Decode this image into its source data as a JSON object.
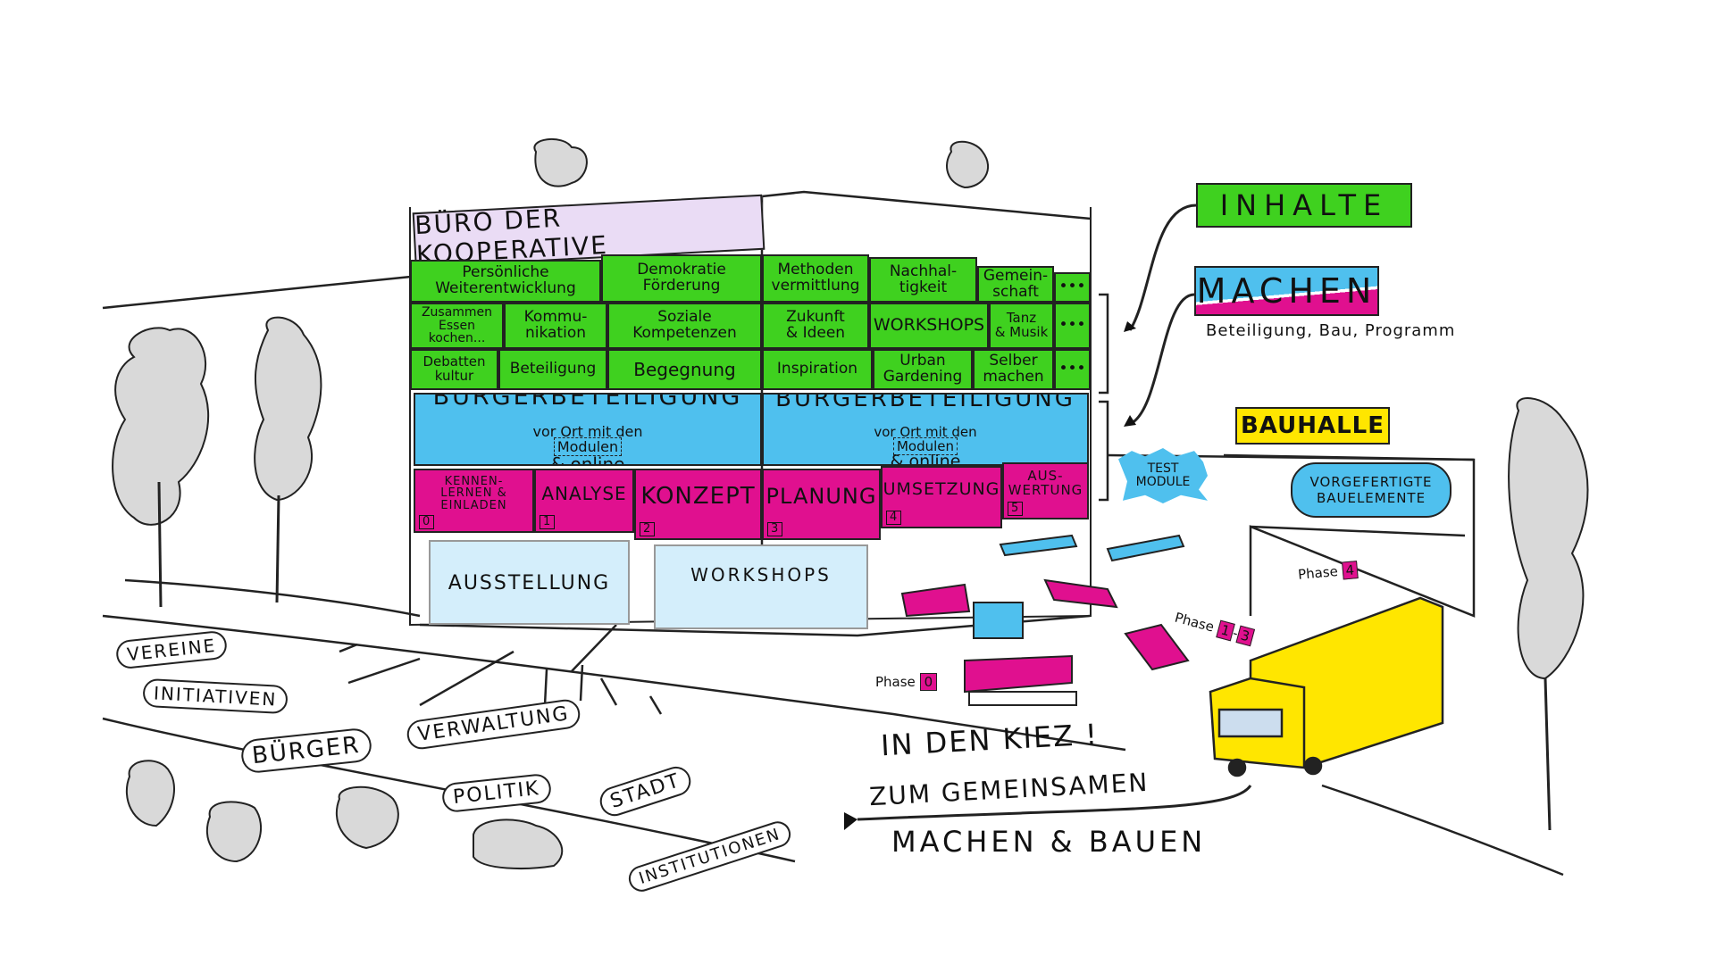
{
  "building": {
    "sign": "BÜRO DER KOOPERATIVE",
    "green_rows": [
      [
        "Persönliche\nWeiterentwicklung",
        "Demokratie\nFörderung",
        "Methoden\nvermittlung",
        "Nachhal-\ntigkeit",
        "Gemein-\nschaft",
        "•••"
      ],
      [
        "Zusammen\nEssen\nkochen...",
        "Kommu-\nnikation",
        "Soziale\nKompetenzen",
        "Zukunft\n& Ideen",
        "WORKSHOPS",
        "Tanz\n& Musik",
        "•••"
      ],
      [
        "Debatten\nkultur",
        "Beteiligung",
        "Begegnung",
        "Inspiration",
        "Urban\nGardening",
        "Selber\nmachen",
        "•••"
      ]
    ],
    "blue": [
      {
        "title": "BÜRGERBETEILIGUNG",
        "sub_pre": "vor Ort mit den",
        "sub_mod": "Modulen",
        "sub_post": "& online"
      },
      {
        "title": "BÜRGERBETEILIGUNG",
        "sub_pre": "vor Ort mit den",
        "sub_mod": "Modulen",
        "sub_post": "& online"
      }
    ],
    "phases": [
      {
        "label": "KENNEN-\nLERNEN &\nEINLADEN",
        "num": "0"
      },
      {
        "label": "ANALYSE",
        "num": "1"
      },
      {
        "label": "KONZEPT",
        "num": "2"
      },
      {
        "label": "PLANUNG",
        "num": "3"
      },
      {
        "label": "UMSETZUNG",
        "num": "4"
      },
      {
        "label": "AUS-\nWERTUNG",
        "num": "5"
      }
    ],
    "ground": {
      "ausstellung": "AUSSTELLUNG",
      "workshops": "WORKSHOPS"
    }
  },
  "legend": {
    "inhalte": "INHALTE",
    "machen": "MACHEN",
    "machen_sub": "Beteiligung, Bau, Programm"
  },
  "bauhalle": {
    "sign": "BAUHALLE",
    "test": "TEST\nMODULE",
    "elements": "VORGEFERTIGTE\nBAUELEMENTE"
  },
  "phase_labels": {
    "p4": "Phase",
    "p4n": "4",
    "p13": "Phase",
    "p1": "1",
    "p3": "3",
    "p0": "Phase",
    "p0n": "0"
  },
  "actors": [
    "VEREINE",
    "INITIATIVEN",
    "BÜRGER",
    "VERWALTUNG",
    "POLITIK",
    "STADT",
    "INSTITUTIONEN"
  ],
  "slogan": {
    "l1": "IN DEN KIEZ !",
    "l2": "ZUM GEMEINSAMEN",
    "l3": "MACHEN & BAUEN"
  },
  "colors": {
    "green": "#3fd11f",
    "blue": "#4fc0ee",
    "magenta": "#e0108f",
    "yellow": "#ffe600",
    "grey": "#d9d9d9"
  }
}
